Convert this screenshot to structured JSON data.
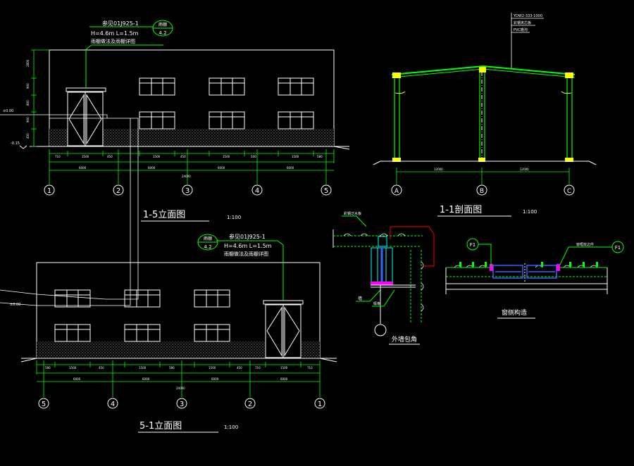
{
  "colors": {
    "background": "#000000",
    "building": "#ffffff",
    "dimension": "#00ff00",
    "leader": "#00ff00",
    "axis": "#ffffff",
    "steel": "#00ff00",
    "yellow": "#ffff00",
    "magenta": "#ff00ff",
    "red": "#ff0000",
    "blue": "#3366ff",
    "cyan": "#00ffff"
  },
  "elevation_1_5": {
    "title": "1-5立面图",
    "scale": "1:100",
    "note_line1": "参见01J925-1",
    "note_line2": "H=4.6m L=1.5m",
    "note_line3": "雨棚做法及雨棚详图",
    "tag_top": "雨棚",
    "tag_bottom": "4.2",
    "axes": [
      "1",
      "2",
      "3",
      "4",
      "5"
    ],
    "segment_dims": [
      "710",
      "1500",
      "450",
      "1500",
      "450",
      "1500",
      "500",
      "1500",
      "580"
    ],
    "span_dims": [
      "6000",
      "6000",
      "6000",
      "6000"
    ],
    "total_dim": "24000"
  },
  "elevation_5_1": {
    "title": "5-1立面图",
    "scale": "1:100",
    "note_line1": "参见01J925-1",
    "note_line2": "H=4.6m L=1.5m",
    "note_line3": "雨棚做法及雨棚详图",
    "tag_top": "雨棚",
    "tag_bottom": "4.2",
    "axes": [
      "5",
      "4",
      "3",
      "2",
      "1"
    ],
    "segment_dims": [
      "580",
      "1500",
      "450",
      "1500",
      "580",
      "1500",
      "450",
      "710",
      "1500",
      "710"
    ],
    "span_dims": [
      "6000",
      "6000",
      "6000",
      "6000"
    ],
    "total_dim": "24000"
  },
  "section_1_1": {
    "title": "1-1剖面图",
    "scale": "1:100",
    "axes": [
      "A",
      "B",
      "C"
    ],
    "span_dims": [
      "12000",
      "12000"
    ],
    "note_lines": [
      "YDW2-333-1000",
      "彩钢夹芯板",
      "PVC檐沟"
    ]
  },
  "detail_wall": {
    "title": "外墙包角",
    "label_top": "彩钢泛水板",
    "label_left": "墙",
    "label_mid": "檩条"
  },
  "detail_window": {
    "title": "窗侧构造",
    "tag_left": "F1",
    "tag_right": "F1",
    "label_right": "窗框收边件"
  }
}
